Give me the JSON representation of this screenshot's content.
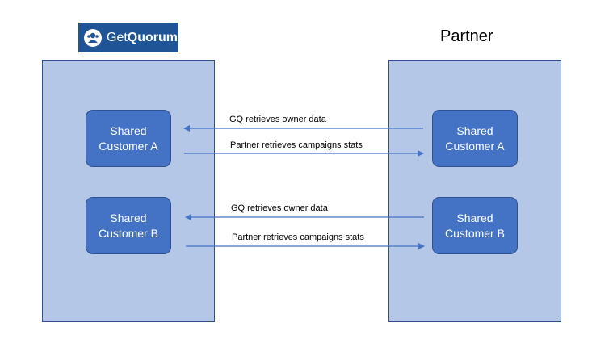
{
  "logo": {
    "text_regular": "Get",
    "text_bold": "Quorum"
  },
  "partner_title": "Partner",
  "left_nodes": [
    {
      "line1": "Shared",
      "line2": "Customer A"
    },
    {
      "line1": "Shared",
      "line2": "Customer B"
    }
  ],
  "right_nodes": [
    {
      "line1": "Shared",
      "line2": "Customer A"
    },
    {
      "line1": "Shared",
      "line2": "Customer B"
    }
  ],
  "edges": [
    {
      "label": "GQ retrieves owner data",
      "direction": "to-left"
    },
    {
      "label": "Partner retrieves campaigns stats",
      "direction": "to-right"
    },
    {
      "label": "GQ retrieves owner data",
      "direction": "to-left"
    },
    {
      "label": "Partner retrieves campaigns stats",
      "direction": "to-right"
    }
  ],
  "colors": {
    "panel_fill": "#b4c7e7",
    "node_fill": "#4472c4",
    "arrow": "#4472c4",
    "logo_bg": "#1f5496"
  }
}
